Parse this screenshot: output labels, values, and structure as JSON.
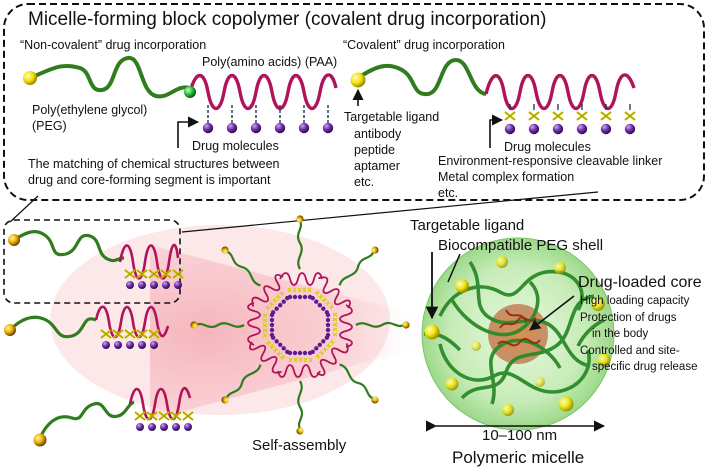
{
  "title": "Micelle-forming block copolymer (covalent drug incorporation)",
  "noncovalent": {
    "heading": "“Non-covalent” drug incorporation",
    "paa_label": "Poly(amino acids) (PAA)",
    "peg_label_line1": "Poly(ethylene glycol)",
    "peg_label_line2": "(PEG)",
    "drug_label": "Drug molecules",
    "note_line1": "The matching of chemical structures between",
    "note_line2": "drug and core-forming segment is important"
  },
  "covalent": {
    "heading": "“Covalent” drug incorporation",
    "ligand_label": "Targetable ligand",
    "ligand_examples": [
      "antibody",
      "peptide",
      "aptamer",
      "etc."
    ],
    "drug_label": "Drug molecules",
    "linker_notes": [
      "Environment-responsive cleavable linker",
      "Metal complex formation",
      "etc."
    ]
  },
  "assembly": {
    "targetable_ligand": "Targetable ligand",
    "peg_shell": "Biocompatible PEG shell",
    "core_title": "Drug-loaded core",
    "core_features": [
      "High loading capacity",
      "Protection of drugs",
      "in the body",
      "Controlled and site-",
      "specific drug release"
    ],
    "self_assembly": "Self-assembly",
    "size": "10–100 nm",
    "micelle_label": "Polymeric micelle"
  },
  "colors": {
    "peg_green": "#2f7d1e",
    "paa_magenta": "#b0135a",
    "drug_purple": "#5b1d8f",
    "linker_yellow": "#e6e21a",
    "ligand_yellow": "#f0e800",
    "micelle_shell": "#bfe8b0",
    "core_brown": "#a2462a",
    "glow_pink": "#f6b9bf"
  }
}
